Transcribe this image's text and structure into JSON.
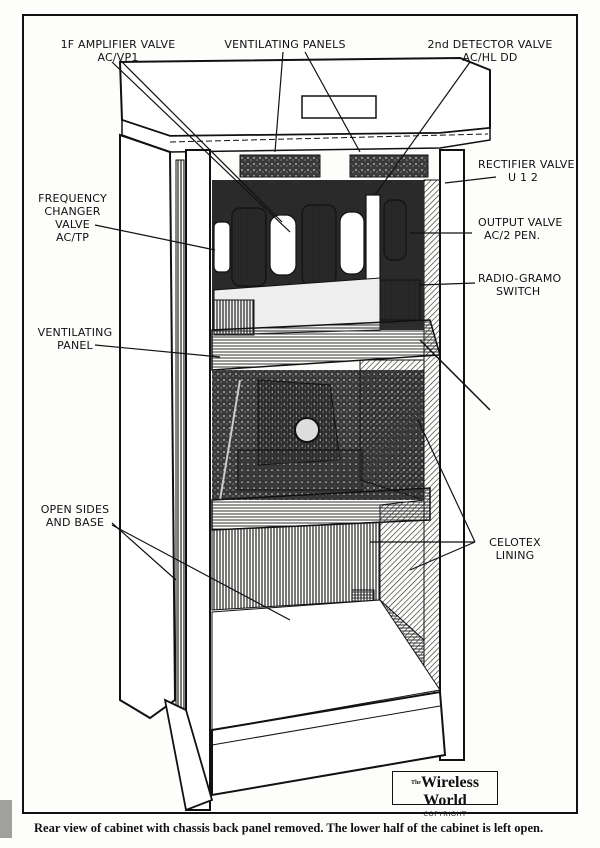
{
  "figure": {
    "labels": {
      "if_amplifier": [
        "1F AMPLIFIER VALVE",
        "AC/VP1"
      ],
      "ventilating_panels_top": [
        "VENTILATING PANELS"
      ],
      "second_detector": [
        "2nd DETECTOR VALVE",
        "AC/HL DD"
      ],
      "rectifier": [
        "RECTIFIER VALVE",
        "U 1 2"
      ],
      "frequency_changer": [
        "FREQUENCY",
        "CHANGER",
        "VALVE",
        "AC/TP"
      ],
      "output_valve": [
        "OUTPUT VALVE",
        "AC/2 PEN."
      ],
      "radio_gramo": [
        "RADIO-GRAMO",
        "SWITCH"
      ],
      "ventilating_panel": [
        "VENTILATING",
        "PANEL"
      ],
      "open_sides": [
        "OPEN SIDES",
        "AND BASE"
      ],
      "celotex": [
        "CELOTEX",
        "LINING"
      ]
    },
    "badge": {
      "prefix": "The",
      "brand": "Wireless World",
      "copyright": "COPYRIGHT"
    },
    "caption": "Rear view of cabinet with chassis back panel removed.  The lower half of the cabinet is left open."
  }
}
